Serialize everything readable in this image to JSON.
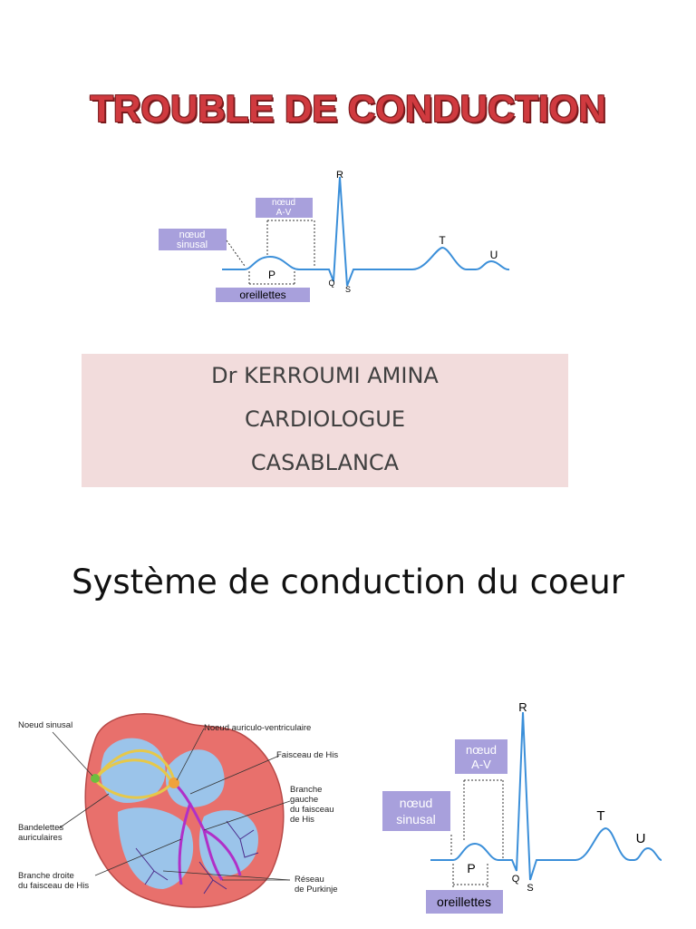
{
  "title": "TROUBLE DE CONDUCTION",
  "author": {
    "name": "Dr KERROUMI AMINA",
    "role": "CARDIOLOGUE",
    "city": "CASABLANCA"
  },
  "section_title": "Système de conduction du coeur",
  "ecg_labels": {
    "noeud_av_1": "nœud",
    "noeud_av_2": "A-V",
    "noeud_sinusal_1": "nœud",
    "noeud_sinusal_2": "sinusal",
    "oreillettes": "oreillettes",
    "p": "P",
    "q": "Q",
    "r": "R",
    "s": "S",
    "t": "T",
    "u": "U"
  },
  "heart_labels": {
    "noeud_sinusal": "Noeud sinusal",
    "noeud_av": "Noeud auriculo-ventriculaire",
    "faisceau_his": "Faisceau de His",
    "branche_gauche_1": "Branche",
    "branche_gauche_2": "gauche",
    "branche_gauche_3": "du faisceau",
    "branche_gauche_4": "de His",
    "bandelettes_1": "Bandelettes",
    "bandelettes_2": "auriculaires",
    "branche_droite_1": "Branche droite",
    "branche_droite_2": "du faisceau de His",
    "reseau_1": "Réseau",
    "reseau_2": "de Purkinje"
  },
  "colors": {
    "title_red": "#d03a3f",
    "box_pink": "#f2dcdc",
    "label_purple": "#a8a0dc",
    "ecg_blue": "#3b8fd9"
  }
}
